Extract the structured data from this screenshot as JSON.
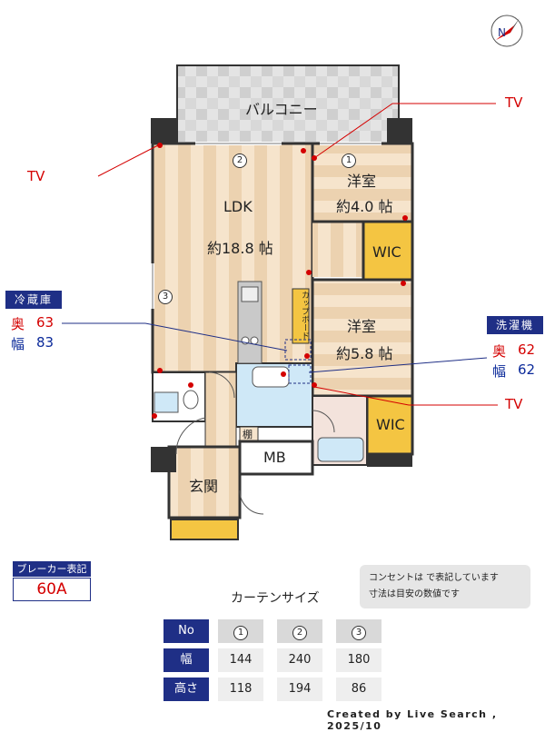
{
  "compass": {
    "label": "N"
  },
  "rooms": {
    "balcony": "バルコニー",
    "ldk": {
      "name": "LDK",
      "size": "約18.8 帖"
    },
    "western1": {
      "name": "洋室",
      "size": "約4.0 帖"
    },
    "western2": {
      "name": "洋室",
      "size": "約5.8 帖"
    },
    "wic1": "WIC",
    "wic2": "WIC",
    "cupboard": "カップボード",
    "shelf": "棚",
    "mb": "MB",
    "entrance": "玄関"
  },
  "window_markers": [
    "①",
    "②",
    "③"
  ],
  "tv_labels": [
    "TV",
    "TV",
    "TV"
  ],
  "fridge": {
    "title": "冷蔵庫",
    "depth_label": "奥",
    "depth": "63",
    "width_label": "幅",
    "width": "83"
  },
  "washer": {
    "title": "洗濯機",
    "depth_label": "奥",
    "depth": "62",
    "width_label": "幅",
    "width": "62"
  },
  "breaker": {
    "title": "ブレーカー表記",
    "value": "60A"
  },
  "note": {
    "line1": "コンセントは で表記しています",
    "line2": "寸法は目安の数値です"
  },
  "curtain": {
    "title": "カーテンサイズ",
    "header": "No",
    "nums": [
      "1",
      "2",
      "3"
    ],
    "rows": [
      {
        "label": "幅",
        "values": [
          "144",
          "240",
          "180"
        ]
      },
      {
        "label": "高さ",
        "values": [
          "118",
          "194",
          "86"
        ]
      }
    ]
  },
  "credit": "Created by Live Search , 2025/10",
  "colors": {
    "navy": "#1f2f86",
    "red": "#d40000",
    "floor": "#f3dcc0",
    "wic": "#f4c542"
  }
}
